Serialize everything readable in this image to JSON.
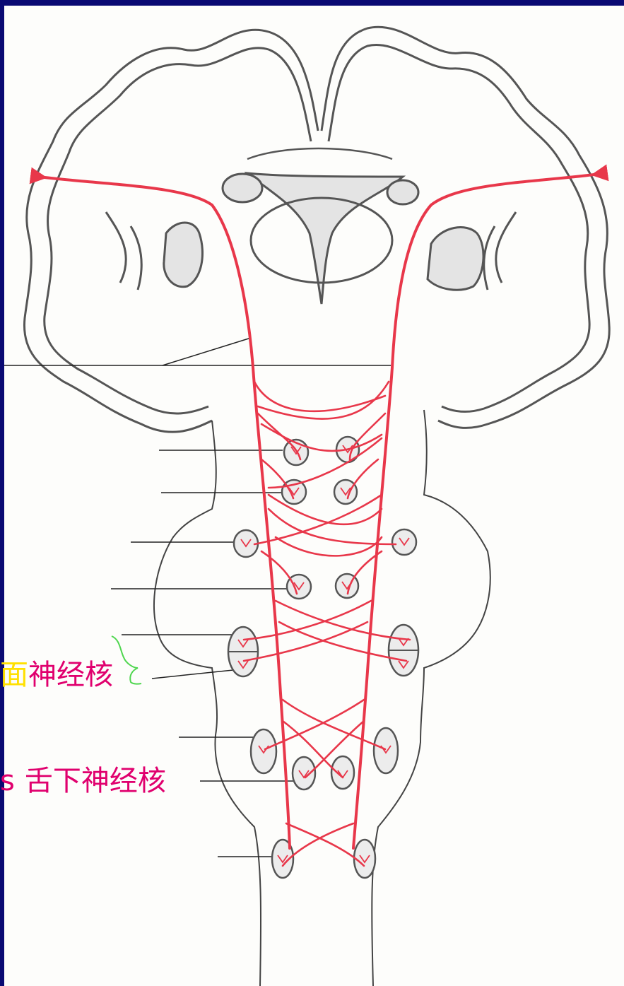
{
  "labels": {
    "facial_nucleus_partial": "面",
    "facial_nucleus_rest": "神经核",
    "hypoglossal_prefix": "s",
    "hypoglossal_nucleus": "舌下神经核"
  },
  "colors": {
    "background": "#0a0a73",
    "paper": "#fdfdfb",
    "tract": "#e8374a",
    "outline": "#555555",
    "label_magenta": "#e0006e",
    "label_yellow": "#ffe000",
    "brace_green": "#4fd64f"
  }
}
